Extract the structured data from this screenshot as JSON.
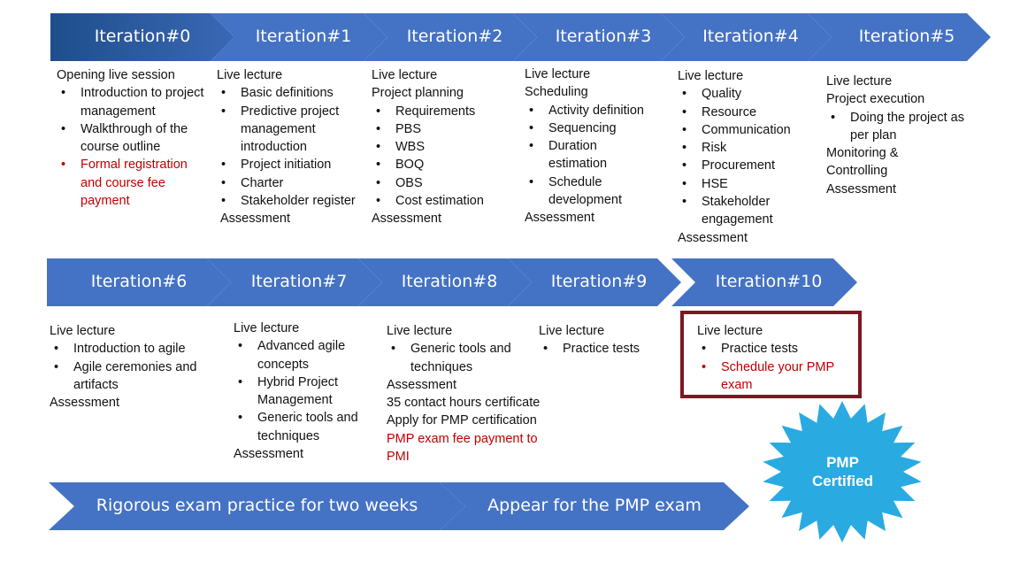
{
  "colors": {
    "chevron_dark": "#2b5797",
    "chevron": "#4472c4",
    "star": "#29aae1",
    "red_text": "#c00000",
    "highlight_border": "#7f1622"
  },
  "iterations": [
    {
      "label": "Iteration#0"
    },
    {
      "label": "Iteration#1"
    },
    {
      "label": "Iteration#2"
    },
    {
      "label": "Iteration#3"
    },
    {
      "label": "Iteration#4"
    },
    {
      "label": "Iteration#5"
    },
    {
      "label": "Iteration#6"
    },
    {
      "label": "Iteration#7"
    },
    {
      "label": "Iteration#8"
    },
    {
      "label": "Iteration#9"
    },
    {
      "label": "Iteration#10"
    }
  ],
  "columns": {
    "c0": {
      "head": "Opening live session",
      "b1": "Introduction to project management",
      "b2": "Walkthrough of the course outline",
      "b3": "Formal registration and course fee payment"
    },
    "c1": {
      "head": "Live lecture",
      "b1": "Basic definitions",
      "b2": " Predictive project management introduction",
      "b3": "Project initiation",
      "b4": "Charter",
      "b5": "Stakeholder register",
      "tail": "Assessment"
    },
    "c2": {
      "head1": "Live lecture",
      "head2": "Project planning",
      "b1": "Requirements",
      "b2": "PBS",
      "b3": "WBS",
      "b4": "BOQ",
      "b5": "OBS",
      "b6": "Cost estimation",
      "tail": "Assessment"
    },
    "c3": {
      "head1": "Live lecture",
      "head2": "Scheduling",
      "b1": "Activity definition",
      "b2": "Sequencing",
      "b3": "Duration estimation",
      "b4": "Schedule development",
      "tail": "Assessment"
    },
    "c4": {
      "head": "Live lecture",
      "b1": "Quality",
      "b2": "Resource",
      "b3": "Communication",
      "b4": "Risk",
      "b5": "Procurement",
      "b6": "HSE",
      "b7": "Stakeholder engagement",
      "tail": "Assessment"
    },
    "c5": {
      "head1": "Live lecture",
      "head2": "Project execution",
      "b1": "Doing the project as per plan",
      "tail1": "Monitoring &",
      "tail2": "Controlling",
      "tail3": "Assessment"
    },
    "c6": {
      "head": "Live lecture",
      "b1": "Introduction to agile",
      "b2": "Agile ceremonies and artifacts",
      "tail": "Assessment"
    },
    "c7": {
      "head": "Live lecture",
      "b1": "Advanced agile concepts",
      "b2": "Hybrid Project Management",
      "b3": "Generic tools and techniques",
      "tail": "Assessment"
    },
    "c8": {
      "head": "Live lecture",
      "b1": "Generic tools and techniques",
      "t1": "Assessment",
      "t2": "35 contact hours certificate",
      "t3": "Apply for PMP certification",
      "t4": "PMP exam fee payment to",
      "t5": "PMI"
    },
    "c9": {
      "head": "Live lecture",
      "b1": "Practice tests"
    },
    "c10": {
      "head": "Live lecture",
      "b1": "Practice tests",
      "b2": "Schedule your PMP exam"
    }
  },
  "bottom": {
    "practice": "Rigorous exam practice for two weeks",
    "appear": "Appear for the PMP exam"
  },
  "badge": {
    "line1": "PMP",
    "line2": "Certified"
  }
}
